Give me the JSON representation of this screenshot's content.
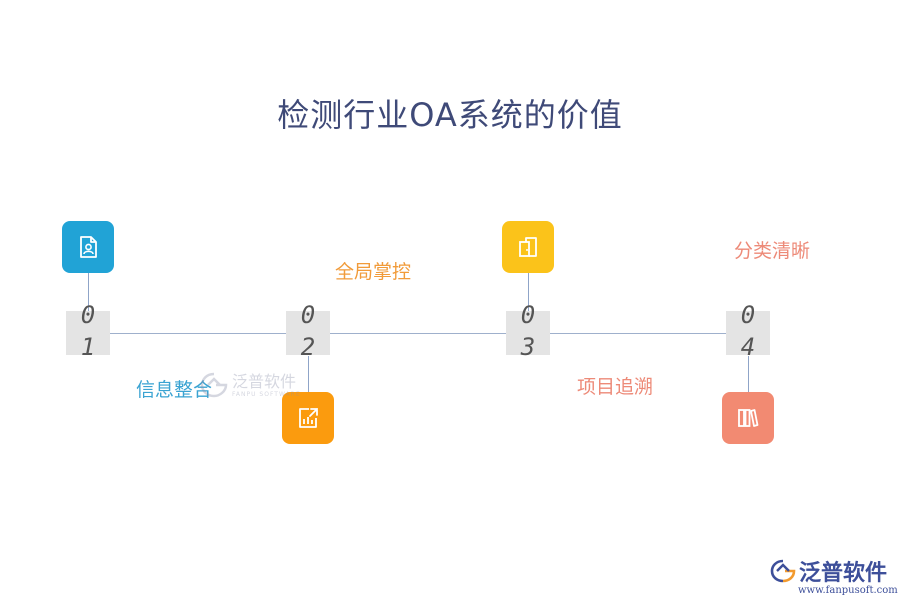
{
  "title": "检测行业OA系统的价值",
  "steps": [
    {
      "number_top": "0",
      "number_bottom": "1",
      "label": "信息整合",
      "icon": "document-user-icon",
      "color": "#21a3d6",
      "label_color": "#3aa3d2"
    },
    {
      "number_top": "0",
      "number_bottom": "2",
      "label": "全局掌控",
      "icon": "chart-export-icon",
      "color": "#fb9b0e",
      "label_color": "#f19b3a"
    },
    {
      "number_top": "0",
      "number_bottom": "3",
      "label": "项目追溯",
      "icon": "door-icon",
      "color": "#fbc31a",
      "label_color": "#ed8a78"
    },
    {
      "number_top": "0",
      "number_bottom": "4",
      "label": "分类清晰",
      "icon": "books-icon",
      "color": "#f28a72",
      "label_color": "#ed8a78"
    }
  ],
  "watermark": {
    "cn": "泛普软件",
    "en": "FANPU SOFTWARE"
  },
  "brand": {
    "name": "泛普软件",
    "url": "www.fanpusoft.com"
  }
}
